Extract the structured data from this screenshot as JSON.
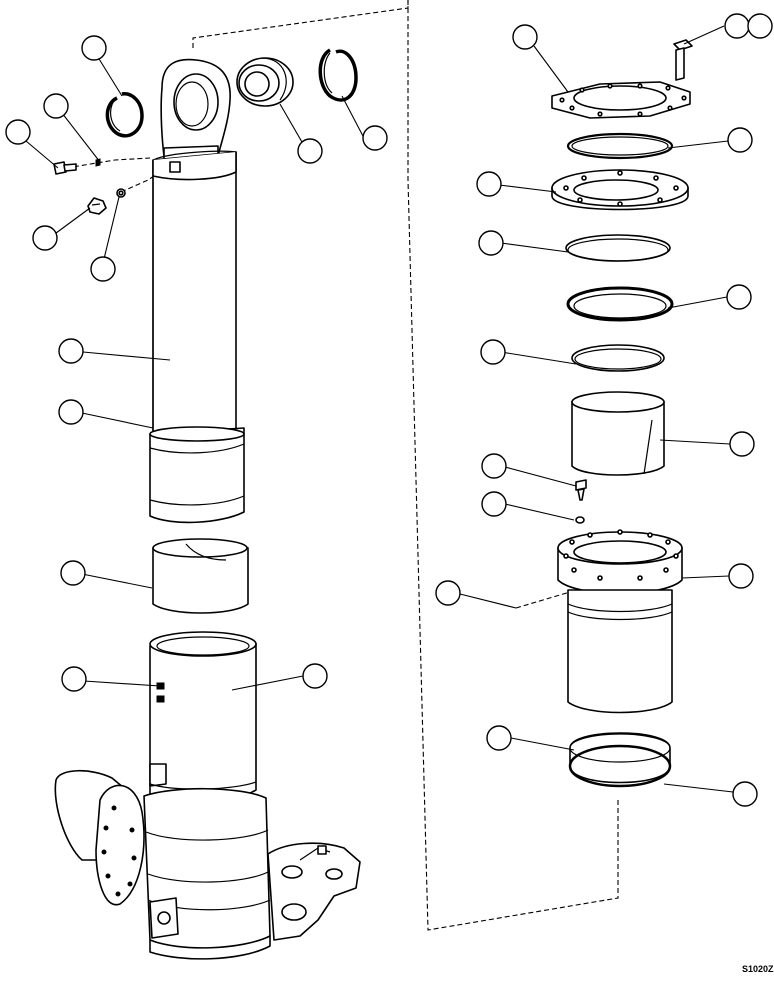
{
  "drawing": {
    "number": "S1020Z",
    "callouts": [
      {
        "id": "callout-1"
      },
      {
        "id": "callout-2"
      },
      {
        "id": "callout-3"
      },
      {
        "id": "callout-4"
      },
      {
        "id": "callout-5"
      },
      {
        "id": "callout-6"
      },
      {
        "id": "callout-7"
      },
      {
        "id": "callout-8"
      },
      {
        "id": "callout-9"
      },
      {
        "id": "callout-10"
      },
      {
        "id": "callout-11"
      },
      {
        "id": "callout-12"
      },
      {
        "id": "callout-13"
      },
      {
        "id": "callout-14"
      },
      {
        "id": "callout-15"
      },
      {
        "id": "callout-16"
      },
      {
        "id": "callout-17"
      },
      {
        "id": "callout-18"
      },
      {
        "id": "callout-19"
      },
      {
        "id": "callout-20"
      },
      {
        "id": "callout-21"
      },
      {
        "id": "callout-22"
      },
      {
        "id": "callout-23"
      },
      {
        "id": "callout-24"
      },
      {
        "id": "callout-25"
      },
      {
        "id": "callout-26"
      },
      {
        "id": "callout-27"
      }
    ]
  }
}
